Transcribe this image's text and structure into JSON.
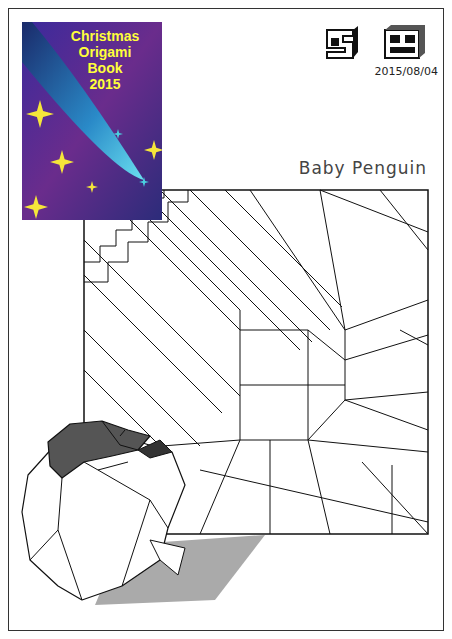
{
  "diagram": {
    "title": "Baby Penguin",
    "nodes": [
      {
        "text": [
          "Christmas Origami Book 2015"
        ]
      }
    ],
    "labels": [
      "2015/08/04"
    ]
  }
}
